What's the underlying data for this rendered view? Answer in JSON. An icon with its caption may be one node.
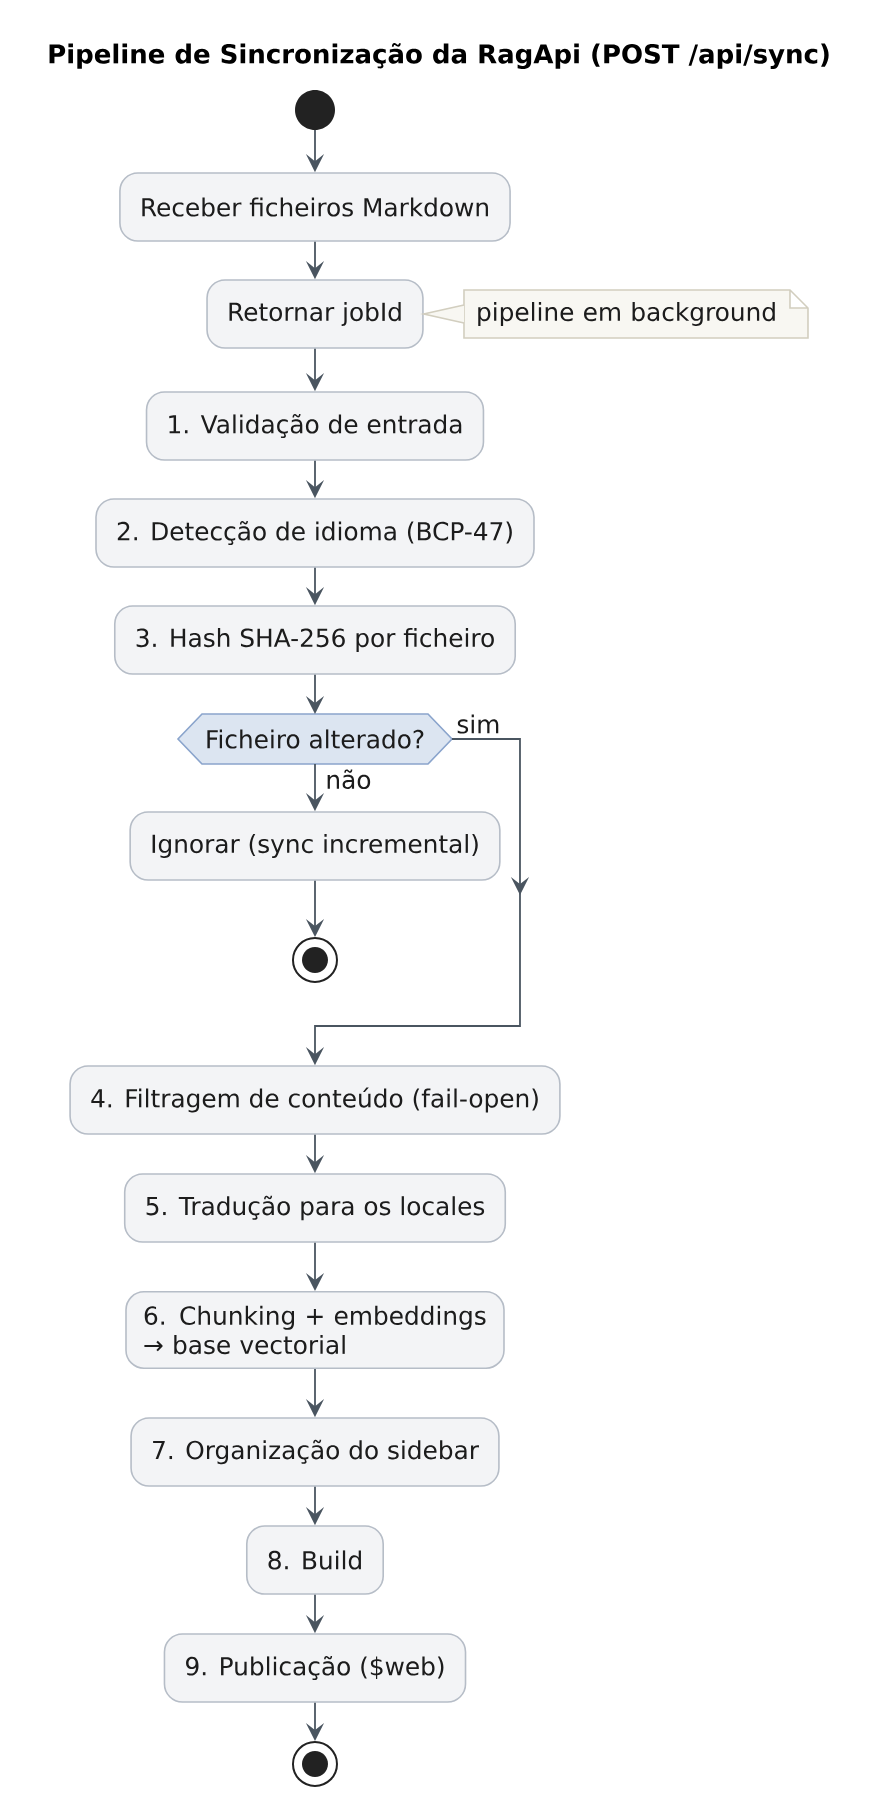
{
  "diagram": {
    "title": "Pipeline de Sincronização da RagApi (POST /api/sync)",
    "nodes": [
      {
        "text": [],
        "shape": "circle"
      },
      {
        "text": [
          "Receber ficheiros Markdown"
        ]
      },
      {
        "text": [
          "Retornar jobId"
        ]
      },
      {
        "text": [
          "pipeline em background"
        ]
      },
      {
        "text": [
          "1. Validação de entrada"
        ]
      },
      {
        "text": [
          "2. Detecção de idioma (BCP-47)"
        ]
      },
      {
        "text": [
          "3. Hash SHA-256 por ficheiro"
        ]
      },
      {
        "text": [
          "Ficheiro alterado?"
        ]
      },
      {
        "text": [
          "Ignorar (sync incremental)"
        ]
      },
      {
        "text": [],
        "shape": "circle"
      },
      {
        "text": [
          "4. Filtragem de conteúdo (fail-open)"
        ]
      },
      {
        "text": [
          "5. Tradução para os locales"
        ]
      },
      {
        "text": [
          "6. Chunking + embeddings → base vectorial"
        ]
      },
      {
        "text": [
          "7. Organização do sidebar"
        ]
      },
      {
        "text": [
          "8. Build"
        ]
      },
      {
        "text": [
          "9. Publicação ($web)"
        ]
      },
      {
        "text": [],
        "shape": "circle"
      }
    ],
    "edges": [
      {
        "from": 0,
        "to": 1,
        "arrow": "to"
      },
      {
        "from": 1,
        "to": 2,
        "arrow": "to"
      },
      {
        "from": 3,
        "to": 2,
        "arrow": "none",
        "color": "#d2cebf"
      },
      {
        "from": 2,
        "to": 4,
        "arrow": "to"
      },
      {
        "from": 4,
        "to": 5,
        "arrow": "to"
      },
      {
        "from": 5,
        "to": 6,
        "arrow": "to"
      },
      {
        "from": 6,
        "to": 7,
        "arrow": "to"
      },
      {
        "from": 7,
        "to": 8,
        "arrow": "to",
        "label": "não"
      },
      {
        "from": 8,
        "to": 9,
        "arrow": "to"
      },
      {
        "from": 7,
        "to": 10,
        "arrow": "to",
        "label": "sim"
      },
      {
        "from": 10,
        "to": 11,
        "arrow": "to"
      },
      {
        "from": 11,
        "to": 12,
        "arrow": "to"
      },
      {
        "from": 12,
        "to": 13,
        "arrow": "to"
      },
      {
        "from": 13,
        "to": 14,
        "arrow": "to"
      },
      {
        "from": 14,
        "to": 15,
        "arrow": "to"
      },
      {
        "from": 15,
        "to": 16,
        "arrow": "to"
      }
    ]
  }
}
